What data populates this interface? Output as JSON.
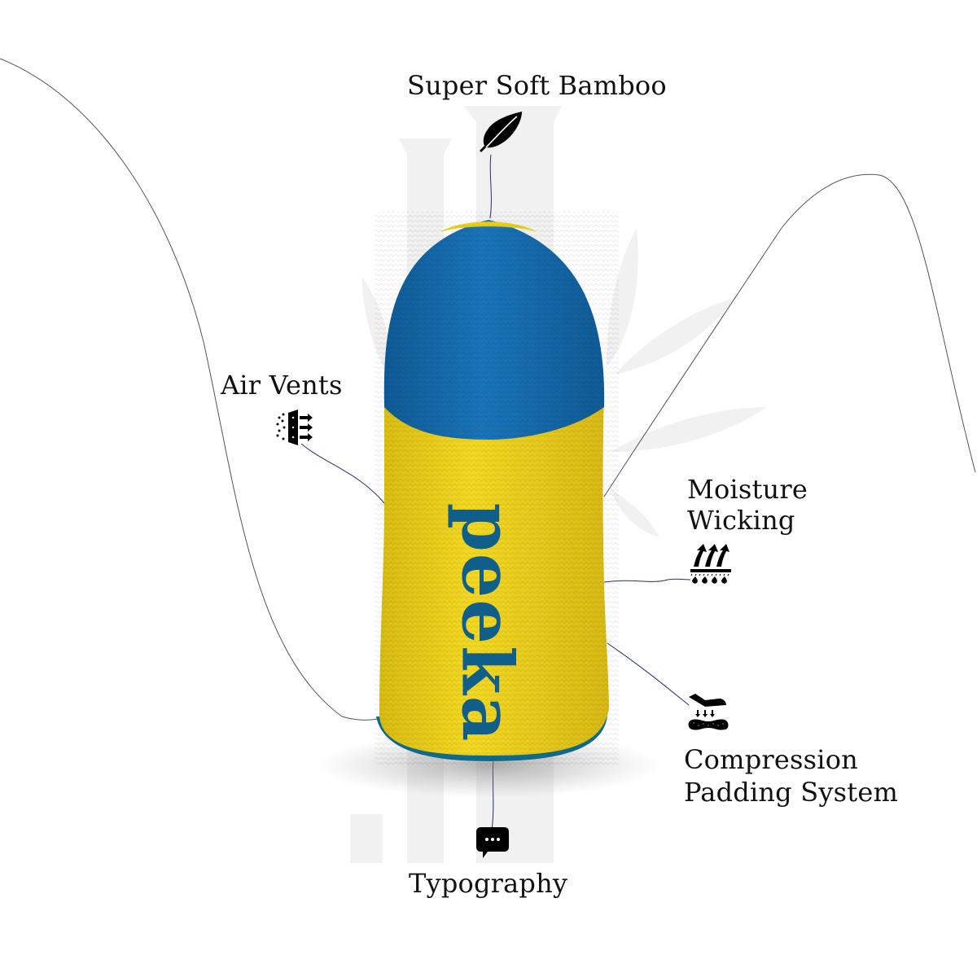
{
  "product": {
    "brand_text": "peeka",
    "colors": {
      "toe": "#1266a8",
      "body": "#f0d21a",
      "brand_text": "#0f5f8a",
      "trim": "#116b8c",
      "background": "#ffffff",
      "watermark": "#f1f1f1",
      "lines": "#333333"
    }
  },
  "features": [
    {
      "id": "bamboo",
      "label": "Super Soft Bamboo",
      "icon": "feather-icon"
    },
    {
      "id": "air",
      "label": "Air Vents",
      "icon": "air-vent-icon"
    },
    {
      "id": "moisture",
      "label_line1": "Moisture",
      "label_line2": "Wicking",
      "icon": "moisture-wicking-icon"
    },
    {
      "id": "compression",
      "label_line1": "Compression",
      "label_line2": "Padding System",
      "icon": "compression-padding-icon"
    },
    {
      "id": "typography",
      "label": "Typography",
      "icon": "speech-bubble-icon"
    }
  ]
}
